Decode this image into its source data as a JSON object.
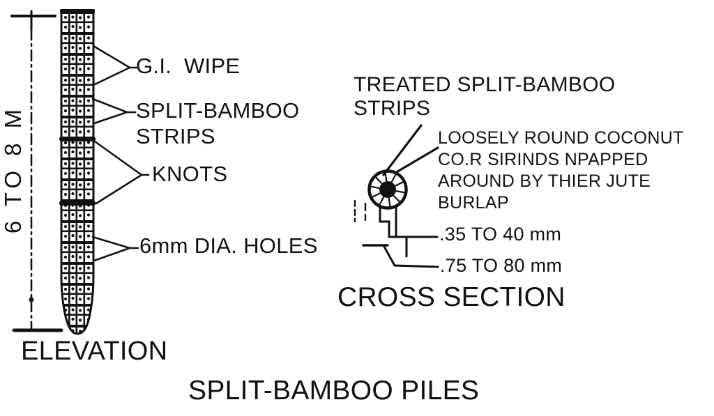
{
  "figure": {
    "title": "SPLIT-BAMBOO PILES",
    "colors": {
      "ink": "#111111",
      "paper": "#ffffff"
    }
  },
  "elevation": {
    "caption": "ELEVATION",
    "dimension": "6 TO 8 M",
    "label_gi_wipe": "G.I.  WIPE",
    "label_strips": "SPLIT-BAMBOO\nSTRIPS",
    "label_knots": "KNOTS",
    "label_holes": "6mm DIA. HOLES"
  },
  "cross_section": {
    "caption": "CROSS SECTION",
    "label_treated": "TREATED SPLIT-BAMBOO\nSTRIPS",
    "label_wrap_note": "LOOSELY ROUND COCONUT\nCO.R SIRINDS NPAPPED\nAROUND BY THIER JUTE\nBURLAP",
    "dim_core": ".35 TO 40 mm",
    "dim_overall": ".75 TO 80 mm"
  }
}
